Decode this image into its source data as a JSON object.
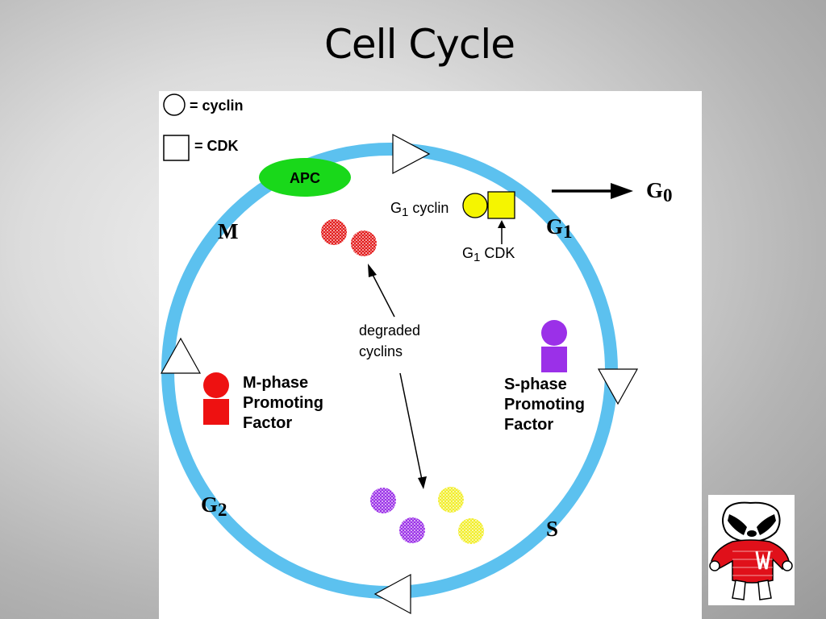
{
  "title": "Cell Cycle",
  "legend": {
    "cyclin": "= cyclin",
    "cdk": "= CDK"
  },
  "apc": "APC",
  "phases": {
    "m": "M",
    "g1": "G",
    "g1_sub": "1",
    "g2": "G",
    "g2_sub": "2",
    "s": "S",
    "g0": "G",
    "g0_sub": "0"
  },
  "g1_cyclin": {
    "main": "G",
    "sub": "1",
    "rest": " cyclin"
  },
  "g1_cdk": {
    "main": "G",
    "sub": "1",
    "rest": " CDK"
  },
  "degraded": [
    "degraded",
    "cyclins"
  ],
  "mpf": [
    "M-phase",
    "Promoting",
    "Factor"
  ],
  "spf": [
    "S-phase",
    "Promoting",
    "Factor"
  ],
  "colors": {
    "ring": "#5cc1ef",
    "apc": "#19d81a",
    "mpf": "#ee1111",
    "g1": "#f5f500",
    "spf": "#9b30e8",
    "degraded_red": "#e31b1b",
    "degraded_purple": "#9b30e8",
    "degraded_yellow": "#f2ee2a",
    "mascot_red": "#e0101a"
  },
  "icons": {
    "mascot": "badger-mascot-image"
  }
}
